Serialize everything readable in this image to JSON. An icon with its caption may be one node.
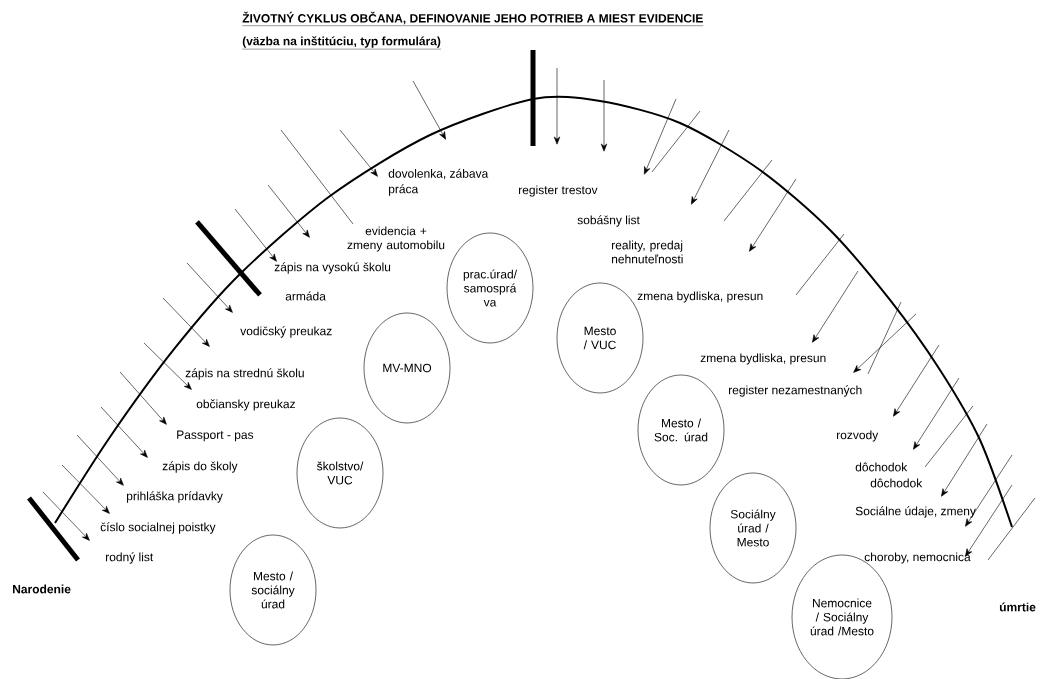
{
  "diagram": {
    "title": "ŽIVOTNÝ CYKLUS OBČANA, DEFINOVANIE JEHO POTRIEB A MIEST EVIDENCIE",
    "nodes": [
      {
        "text": [
          "prac.úrad/ samosprá va"
        ]
      },
      {
        "text": [
          "Mesto / VUC"
        ]
      },
      {
        "text": [
          "MV-MNO"
        ]
      },
      {
        "text": [
          "Mesto / Soc. úrad"
        ]
      },
      {
        "text": [
          "školstvo/ VUC"
        ]
      },
      {
        "text": [
          "Sociálny úrad / Mesto"
        ]
      },
      {
        "text": [
          "Mesto / sociálny úrad"
        ]
      },
      {
        "text": [
          "Nemocnice / Sociálny úrad /Mesto"
        ]
      }
    ],
    "labels": [
      "(väzba na inštitúciu, typ formulára)",
      "dovolenka, zábava",
      "práca",
      "register trestov",
      "sobášny list",
      "evidencia + zmeny automobilu",
      "reality, predaj nehnuteľnosti",
      "zápis na vysokú školu",
      "armáda",
      "zmena bydliska, presun",
      "vodičský preukaz",
      "zmena bydliska, presun",
      "zápis na strednú školu",
      "register nezamestnaných",
      "občiansky preukaz",
      "Passport - pas",
      "rozvody",
      "zápis do školy",
      "dôchodok",
      "dôchodok",
      "prihláška prídavky",
      "Sociálne údaje, zmeny",
      "číslo socialnej poistky",
      "rodný list",
      "choroby, nemocnica",
      "Narodenie",
      "úmrtie"
    ]
  }
}
